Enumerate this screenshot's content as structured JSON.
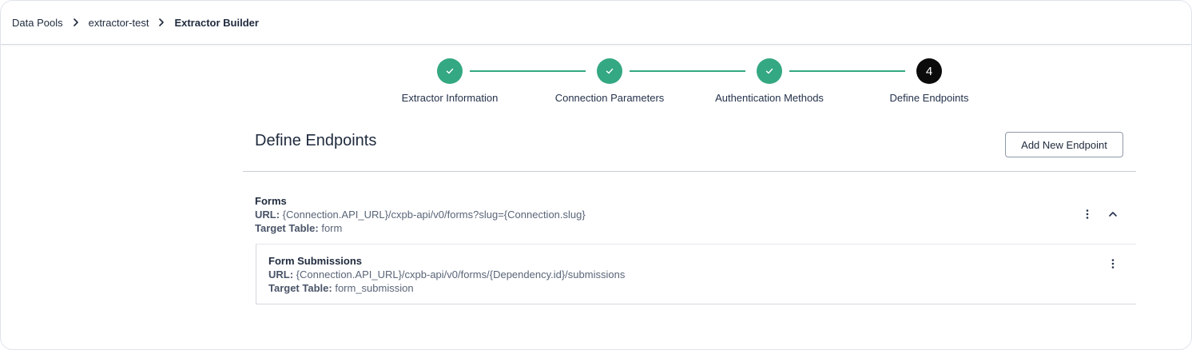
{
  "breadcrumb": {
    "items": [
      "Data Pools",
      "extractor-test",
      "Extractor Builder"
    ]
  },
  "stepper": {
    "steps": [
      {
        "label": "Extractor Information",
        "state": "done"
      },
      {
        "label": "Connection Parameters",
        "state": "done"
      },
      {
        "label": "Authentication Methods",
        "state": "done"
      },
      {
        "label": "Define Endpoints",
        "state": "active",
        "number": "4"
      }
    ],
    "colors": {
      "done": "#34a882",
      "active": "#0b0b0b"
    }
  },
  "section": {
    "title": "Define Endpoints",
    "add_button_label": "Add New Endpoint"
  },
  "endpoints": [
    {
      "name": "Forms",
      "url_label": "URL:",
      "url": "{Connection.API_URL}/cxpb-api/v0/forms?slug={Connection.slug}",
      "table_label": "Target Table:",
      "table": "form",
      "children": [
        {
          "name": "Form Submissions",
          "url_label": "URL:",
          "url": "{Connection.API_URL}/cxpb-api/v0/forms/{Dependency.id}/submissions",
          "table_label": "Target Table:",
          "table": "form_submission"
        }
      ]
    }
  ],
  "icons": {
    "breadcrumb_separator": "chevron-right-icon",
    "step_done": "check-icon",
    "endpoint_menu": "more-vertical-icon",
    "endpoint_collapse": "chevron-up-icon"
  }
}
